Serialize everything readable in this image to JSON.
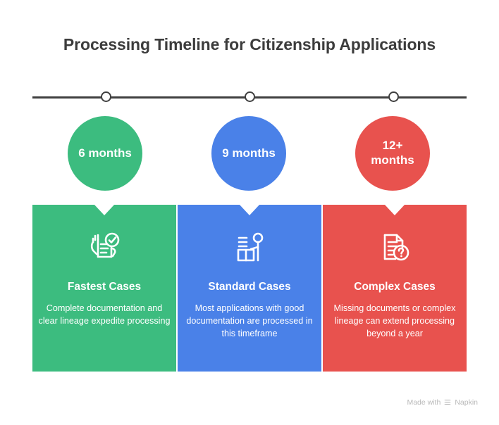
{
  "page": {
    "title": "Processing Timeline for Citizenship Applications",
    "background_color": "#ffffff",
    "title_color": "#3c3c3c"
  },
  "timeline": {
    "line_color": "#3f3f3f",
    "markers": [
      {
        "name": "milestone-1"
      },
      {
        "name": "milestone-2"
      },
      {
        "name": "milestone-3"
      }
    ]
  },
  "milestones": [
    {
      "duration_label": "6 months",
      "color": "#3cbc7f",
      "icon": "document-check-hand-icon",
      "card_title": "Fastest Cases",
      "card_description": "Complete documentation and clear lineage expedite processing"
    },
    {
      "duration_label": "9 months",
      "color": "#4a81e8",
      "icon": "person-at-counter-icon",
      "card_title": "Standard Cases",
      "card_description": "Most applications with good documentation are processed in this timeframe"
    },
    {
      "duration_label": "12+ months",
      "color": "#e8524e",
      "icon": "document-question-icon",
      "card_title": "Complex Cases",
      "card_description": "Missing documents or complex lineage can extend processing beyond a year"
    }
  ],
  "watermark": {
    "prefix": "Made with",
    "brand": "Napkin",
    "logo": "napkin-chevrons-icon",
    "color": "#b9b9b9"
  }
}
